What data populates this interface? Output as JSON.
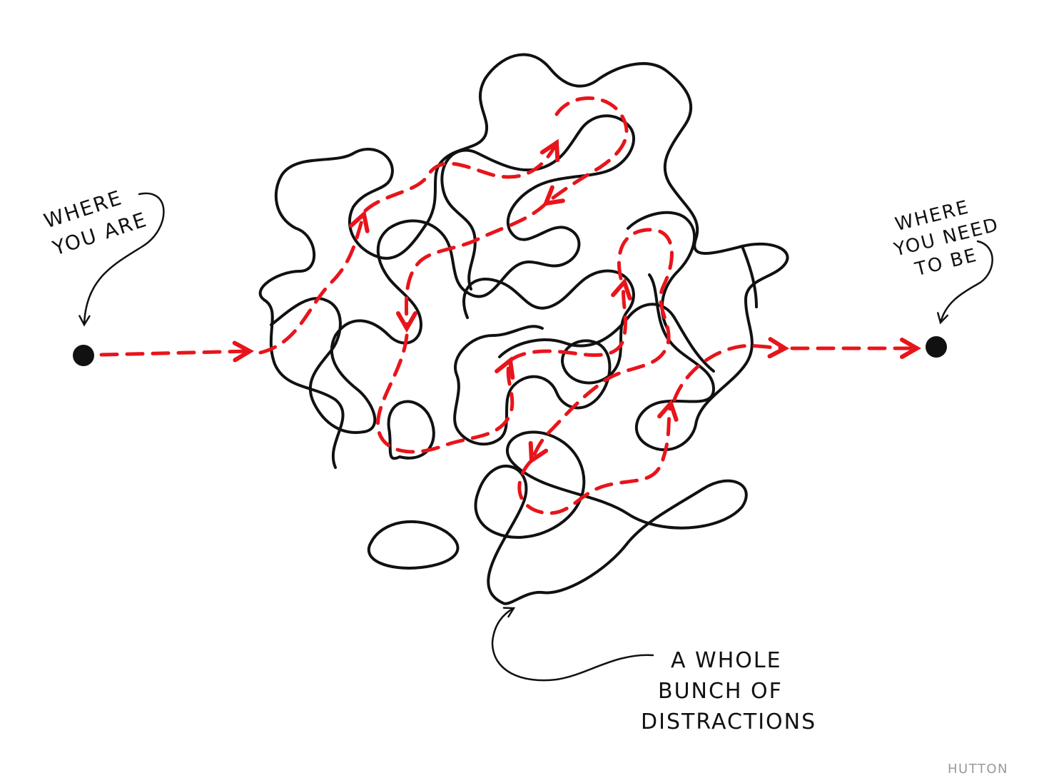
{
  "labels": {
    "start": [
      "WHERE",
      "YOU ARE"
    ],
    "end": [
      "WHERE",
      "YOU NEED",
      "TO BE"
    ],
    "tangle": [
      "A WHOLE",
      "BUNCH OF",
      "DISTRACTIONS"
    ],
    "signature": "HUTTON"
  },
  "colors": {
    "ink": "#111111",
    "path": "#e8141b",
    "signature": "#9a9a9a"
  }
}
